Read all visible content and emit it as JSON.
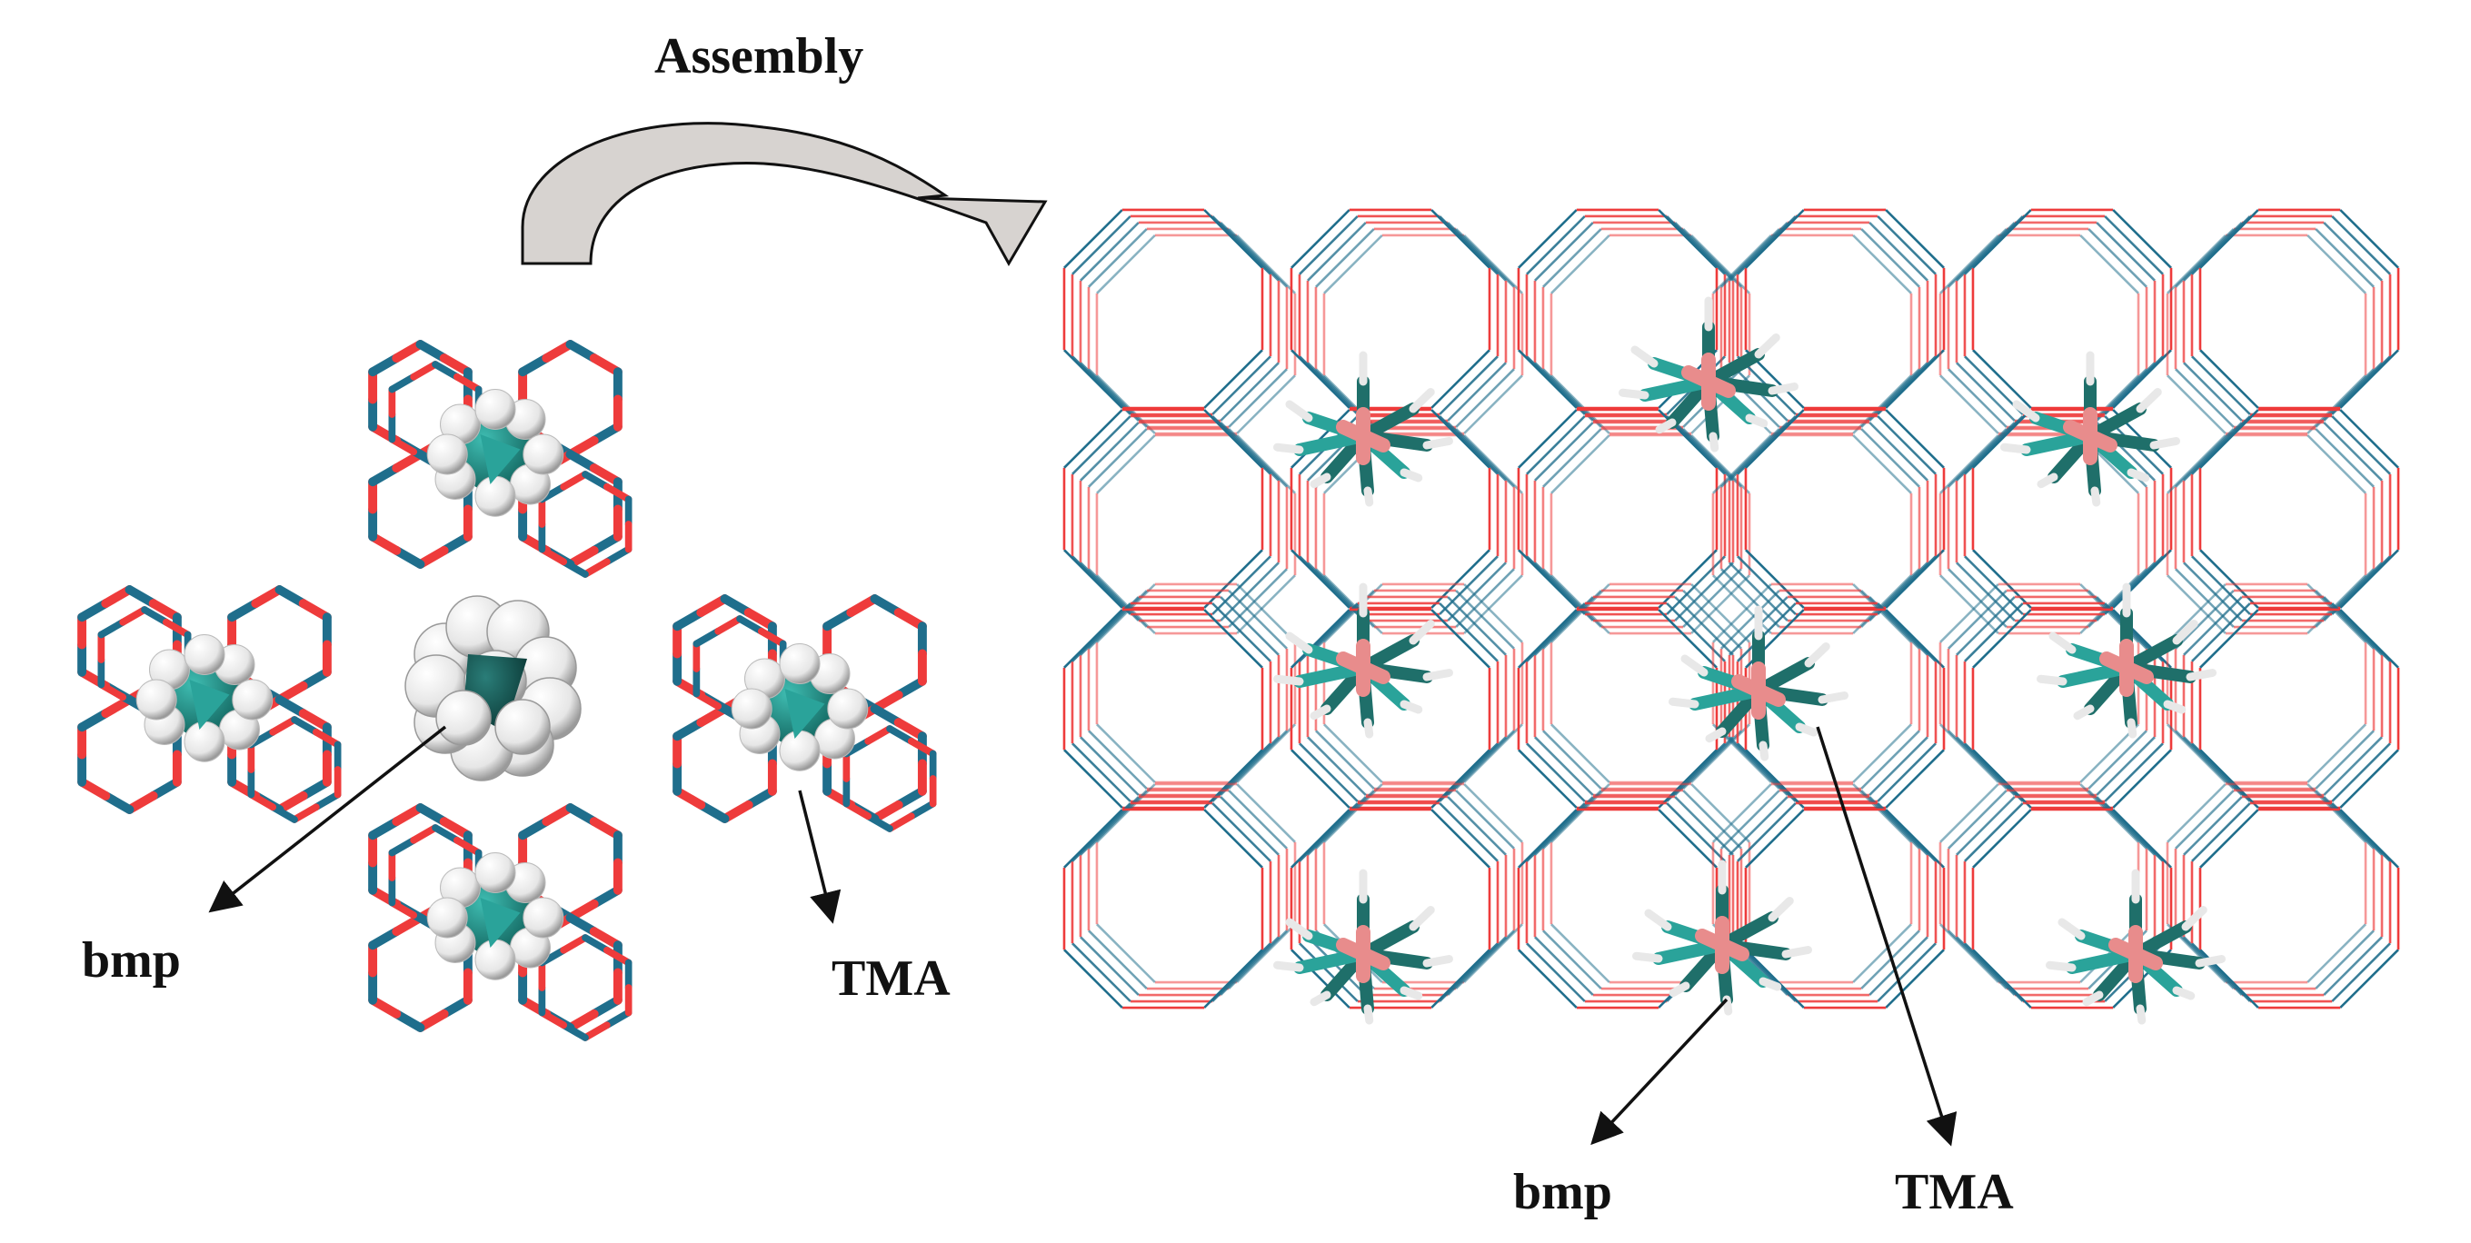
{
  "labels": {
    "assembly": "Assembly",
    "left_bmp": "bmp",
    "left_tma": "TMA",
    "right_bmp": "bmp",
    "right_tma": "TMA"
  },
  "colors": {
    "oxygen_bond": "#ee3b3b",
    "silicon_bond": "#1f6e8c",
    "carbon": "#1f6f6a",
    "carbon_light": "#2aa39a",
    "nitrogen": "#e88c8c",
    "hydrogen": "#e8e8e8",
    "arrow_fill": "#d7d3d0",
    "line_stroke": "#111111"
  },
  "icons": {
    "assembly_arrow": "curved-arrow-icon"
  }
}
